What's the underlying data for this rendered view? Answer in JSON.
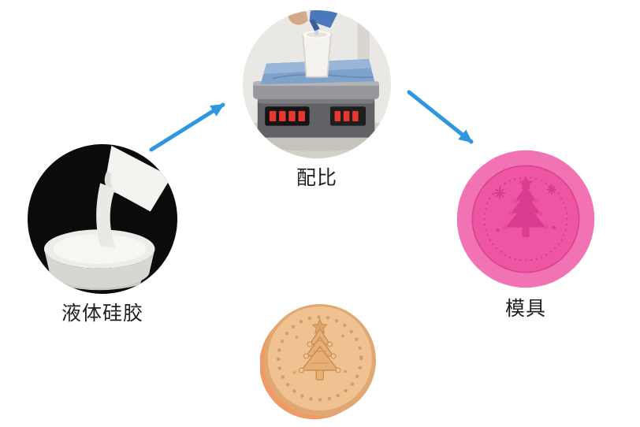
{
  "diagram": {
    "steps": [
      {
        "id": "liquid-silicone",
        "label": "液体硅胶"
      },
      {
        "id": "ratio-weighing",
        "label": "配比"
      },
      {
        "id": "mold",
        "label": "模具"
      },
      {
        "id": "finished-product",
        "label": ""
      }
    ],
    "arrows": [
      {
        "from": "liquid-silicone",
        "to": "ratio-weighing"
      },
      {
        "from": "ratio-weighing",
        "to": "mold"
      }
    ]
  },
  "colors": {
    "arrow": "#2f96e0",
    "mold_outer_pink": "#f173b4",
    "mold_inner_pink": "#ee55a2",
    "mold_tree_pink": "#d93c90",
    "product_rim_tan": "#e2a873",
    "product_face_tan": "#f1c291",
    "product_tree_tan": "#e8ae74",
    "silicone_circle_bg": "#0b0b0b",
    "scale_cloth_blue": "#7fa2ca",
    "background": "#ffffff"
  }
}
